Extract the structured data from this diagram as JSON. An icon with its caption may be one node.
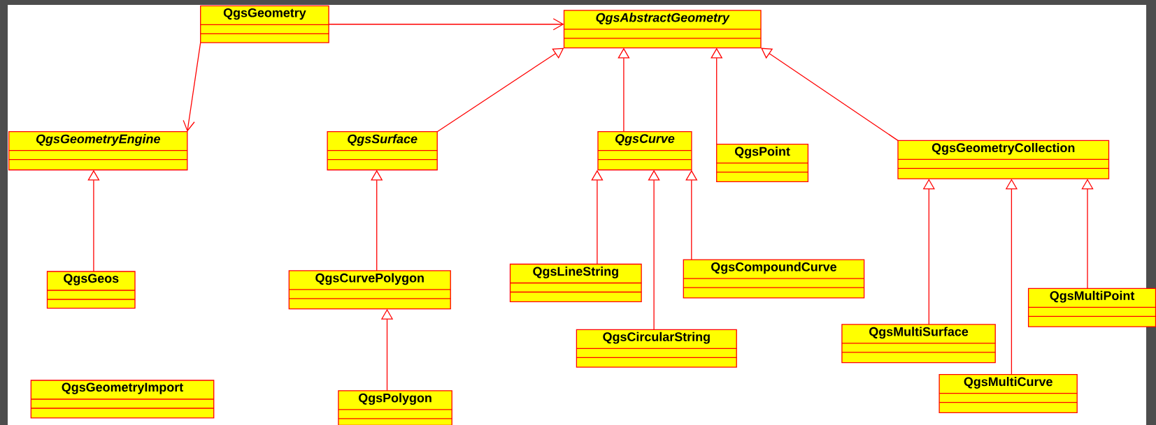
{
  "diagram": {
    "nodes": [
      {
        "text": [
          "QgsGeometry"
        ]
      },
      {
        "text": [
          "QgsAbstractGeometry"
        ]
      },
      {
        "text": [
          "QgsGeometryEngine"
        ]
      },
      {
        "text": [
          "QgsSurface"
        ]
      },
      {
        "text": [
          "QgsCurve"
        ]
      },
      {
        "text": [
          "QgsPoint"
        ]
      },
      {
        "text": [
          "QgsGeometryCollection"
        ]
      },
      {
        "text": [
          "QgsGeos"
        ]
      },
      {
        "text": [
          "QgsCurvePolygon"
        ]
      },
      {
        "text": [
          "QgsLineString"
        ]
      },
      {
        "text": [
          "QgsCompoundCurve"
        ]
      },
      {
        "text": [
          "QgsCircularString"
        ]
      },
      {
        "text": [
          "QgsMultiSurface"
        ]
      },
      {
        "text": [
          "QgsMultiPoint"
        ]
      },
      {
        "text": [
          "QgsMultiCurve"
        ]
      },
      {
        "text": [
          "QgsGeometryImport"
        ]
      },
      {
        "text": [
          "QgsPolygon"
        ]
      }
    ],
    "edges": [
      {
        "from": 0,
        "to": 1,
        "arrow": "to"
      },
      {
        "from": 0,
        "to": 2,
        "arrow": "to"
      },
      {
        "from": 3,
        "to": 1,
        "arrow": "to"
      },
      {
        "from": 4,
        "to": 1,
        "arrow": "to"
      },
      {
        "from": 5,
        "to": 1,
        "arrow": "to"
      },
      {
        "from": 6,
        "to": 1,
        "arrow": "to"
      },
      {
        "from": 7,
        "to": 2,
        "arrow": "to"
      },
      {
        "from": 8,
        "to": 3,
        "arrow": "to"
      },
      {
        "from": 16,
        "to": 8,
        "arrow": "to"
      },
      {
        "from": 9,
        "to": 4,
        "arrow": "to"
      },
      {
        "from": 11,
        "to": 4,
        "arrow": "to"
      },
      {
        "from": 10,
        "to": 4,
        "arrow": "to"
      },
      {
        "from": 12,
        "to": 6,
        "arrow": "to"
      },
      {
        "from": 14,
        "to": 6,
        "arrow": "to"
      },
      {
        "from": 13,
        "to": 6,
        "arrow": "to"
      }
    ]
  }
}
